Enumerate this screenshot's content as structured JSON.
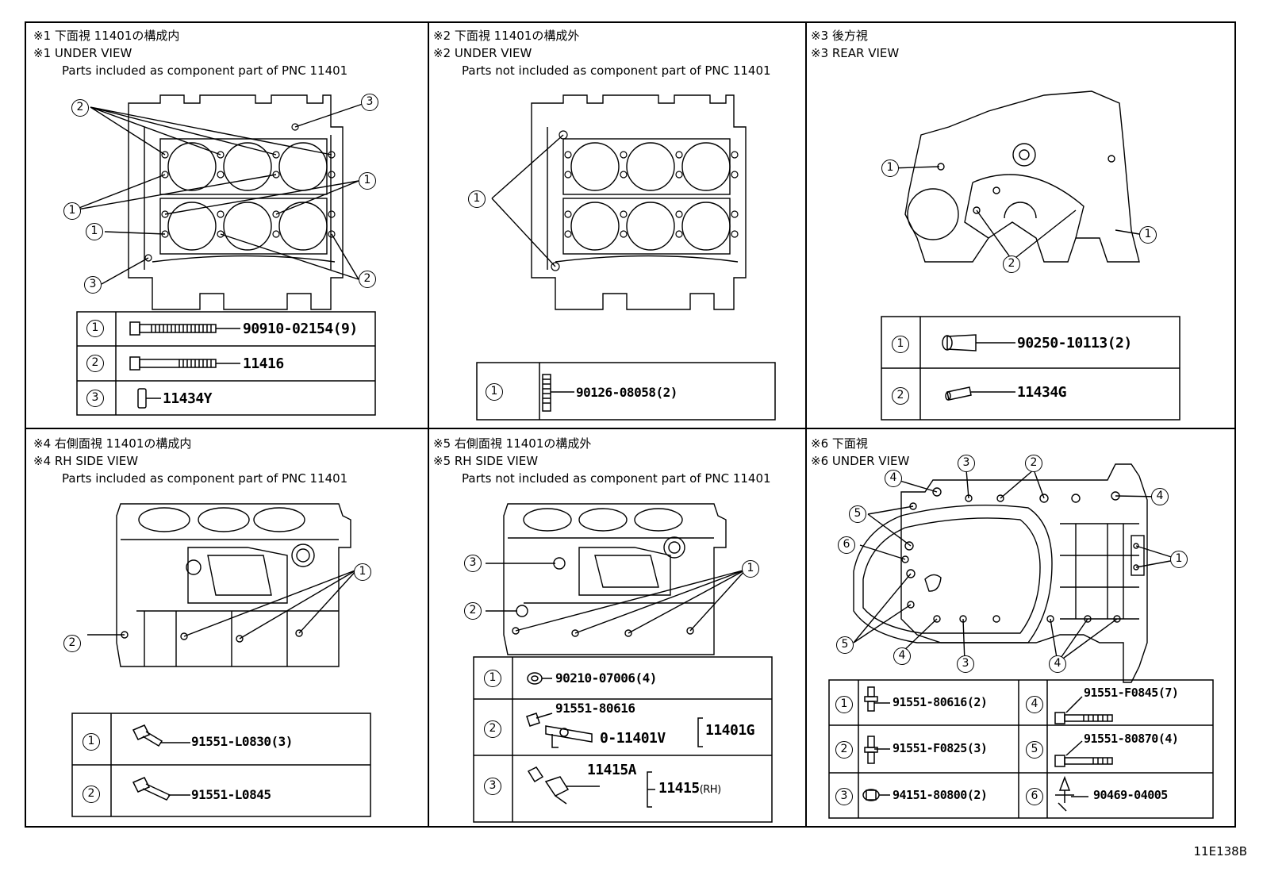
{
  "panels": [
    {
      "id": "p1",
      "lines": [
        "※1 下面視 11401の構成内",
        "※1 UNDER VIEW",
        "Parts included as component part of PNC 11401"
      ],
      "rows": [
        {
          "idx": "1",
          "part": "90910-02154(9)"
        },
        {
          "idx": "2",
          "part": "11416"
        },
        {
          "idx": "3",
          "part": "11434Y"
        }
      ]
    },
    {
      "id": "p2",
      "lines": [
        "※2 下面視 11401の構成外",
        "※2 UNDER VIEW",
        "Parts not included as component part of PNC 11401"
      ],
      "rows": [
        {
          "idx": "1",
          "part": "90126-08058(2)"
        }
      ]
    },
    {
      "id": "p3",
      "lines": [
        "※3 後方視",
        "※3 REAR VIEW"
      ],
      "rows": [
        {
          "idx": "1",
          "part": "90250-10113(2)"
        },
        {
          "idx": "2",
          "part": "11434G"
        }
      ]
    },
    {
      "id": "p4",
      "lines": [
        "※4 右側面視 11401の構成内",
        "※4 RH SIDE VIEW",
        "Parts included as component part of PNC 11401"
      ],
      "rows": [
        {
          "idx": "1",
          "part": "91551-L0830(3)"
        },
        {
          "idx": "2",
          "part": "91551-L0845"
        }
      ]
    },
    {
      "id": "p5",
      "lines": [
        "※5 右側面視 11401の構成外",
        "※5 RH SIDE VIEW",
        "Parts not included as component part of PNC 11401"
      ],
      "rows": [
        {
          "idx": "1",
          "part": "90210-07006(4)"
        },
        {
          "idx": "2",
          "part": "91551-80616",
          "sub1": "11401V",
          "sub2": "11401G"
        },
        {
          "idx": "3",
          "part": "11415A",
          "sub2": "11415",
          "suffix": "(RH)"
        }
      ]
    },
    {
      "id": "p6",
      "lines": [
        "※6 下面視",
        "※6 UNDER VIEW"
      ],
      "rows": [
        {
          "idx": "1",
          "part": "91551-80616(2)"
        },
        {
          "idx": "2",
          "part": "91551-F0825(3)"
        },
        {
          "idx": "3",
          "part": "94151-80800(2)"
        },
        {
          "idx": "4",
          "part": "91551-F0845(7)"
        },
        {
          "idx": "5",
          "part": "91551-80870(4)"
        },
        {
          "idx": "6",
          "part": "90469-04005"
        }
      ]
    }
  ],
  "callout_labels": [
    "1",
    "2",
    "3",
    "4",
    "5",
    "6"
  ],
  "footer_code": "11E138B"
}
